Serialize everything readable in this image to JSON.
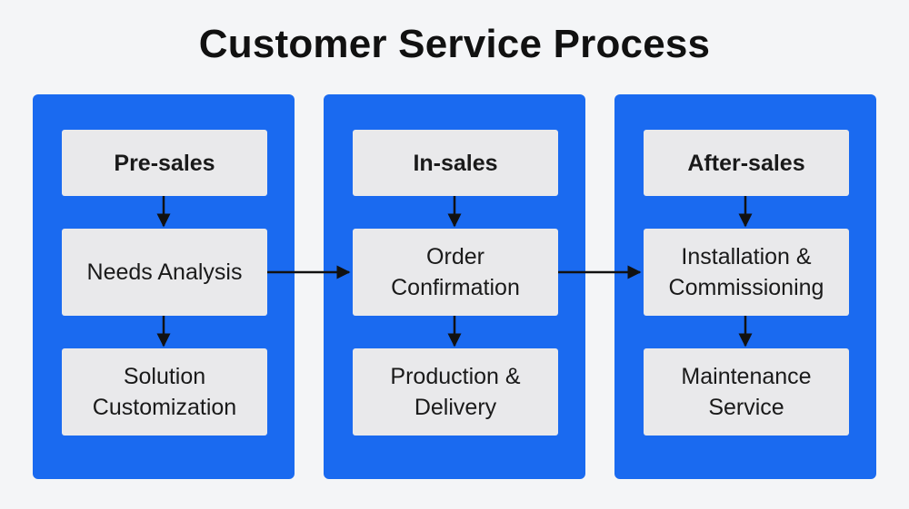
{
  "title": "Customer Service Process",
  "colors": {
    "background": "#f4f5f7",
    "column": "#1a6af0",
    "box": "#e9e9eb",
    "text": "#1a1a1a",
    "arrow": "#111111"
  },
  "columns": [
    {
      "header": "Pre-sales",
      "middle": [
        "Needs Analysis"
      ],
      "bottom": [
        "Solution",
        "Customization"
      ]
    },
    {
      "header": "In-sales",
      "middle": [
        "Order",
        "Confirmation"
      ],
      "bottom": [
        "Production &",
        "Delivery"
      ]
    },
    {
      "header": "After-sales",
      "middle": [
        "Installation &",
        "Commissioning"
      ],
      "bottom": [
        "Maintenance",
        "Service"
      ]
    }
  ]
}
